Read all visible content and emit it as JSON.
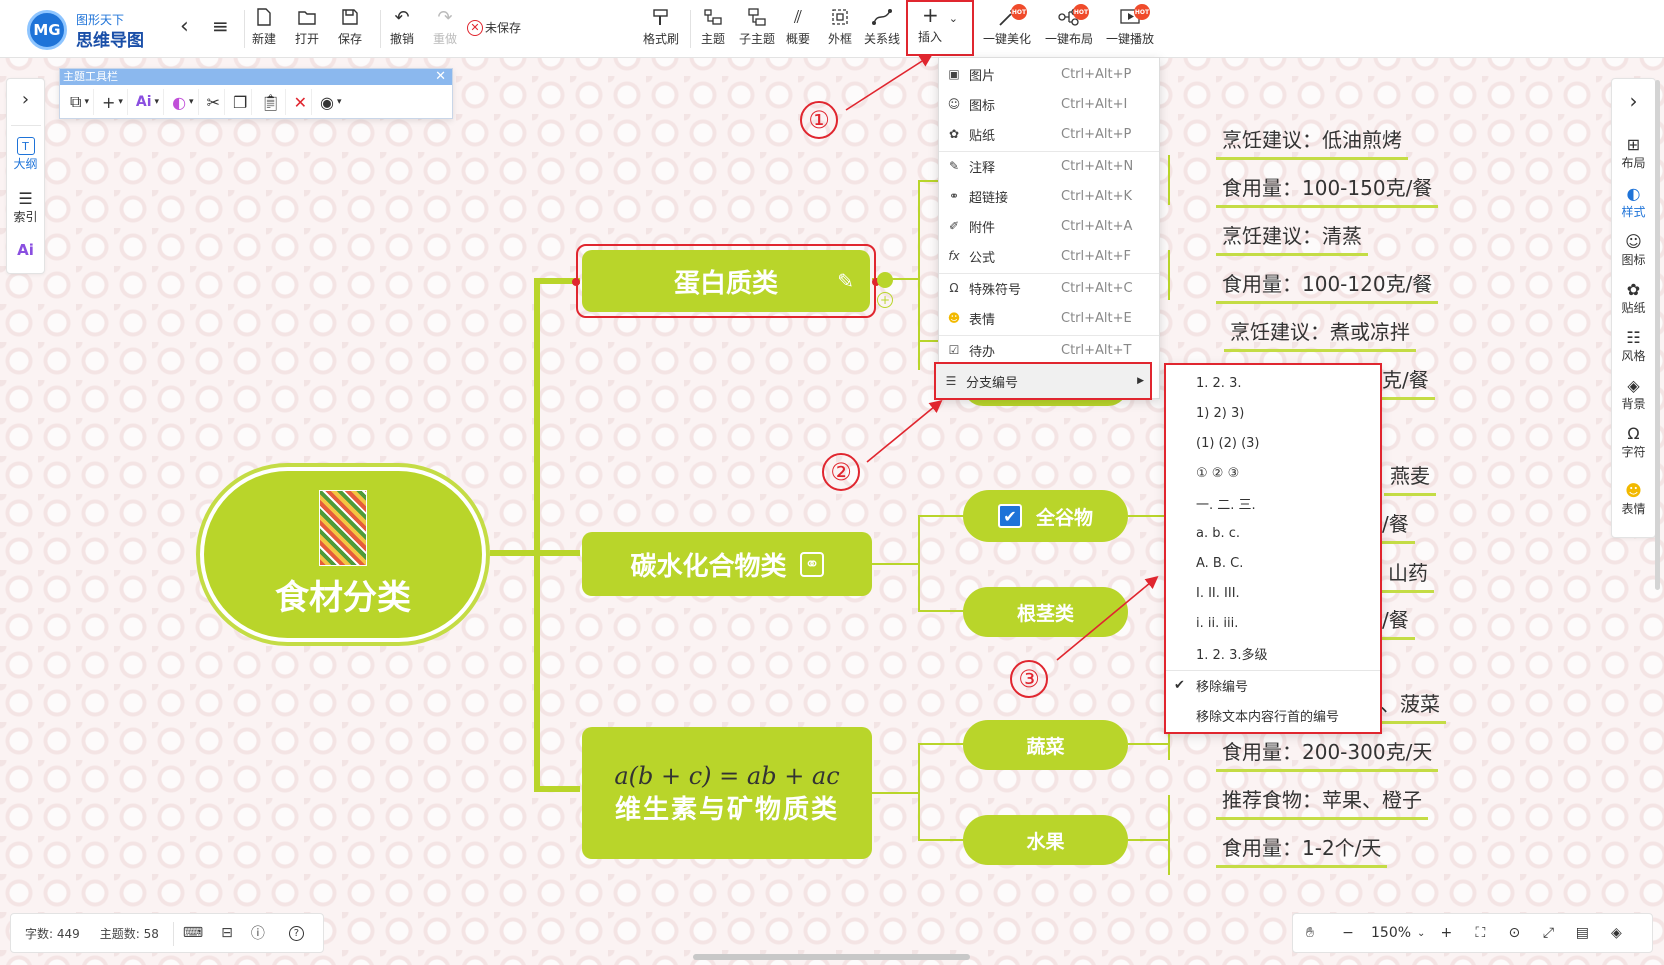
{
  "app": {
    "logo_sub": "图形天下",
    "logo_main": "思维导图",
    "logo_mark": "MG"
  },
  "toolbar": {
    "new": "新建",
    "open": "打开",
    "save": "保存",
    "undo": "撤销",
    "redo": "重做",
    "unsaved": "未保存",
    "format_brush": "格式刷",
    "topic": "主题",
    "subtopic": "子主题",
    "summary": "概要",
    "boundary": "外框",
    "relation": "关系线",
    "insert": "插入",
    "beautify": "一键美化",
    "layout": "一键布局",
    "play": "一键播放",
    "hot": "HOT"
  },
  "left_sidebar": {
    "outline": "大纲",
    "index": "索引"
  },
  "topic_toolbar": {
    "title": "主题工具栏"
  },
  "right_sidebar": {
    "layout": "布局",
    "style": "样式",
    "icon": "图标",
    "sticker": "贴纸",
    "theme": "风格",
    "background": "背景",
    "chars": "字符",
    "emoji": "表情"
  },
  "mindmap": {
    "root": "食材分类",
    "branches": [
      "蛋白质类",
      "碳水化合物类",
      "维生素与矿物质类"
    ],
    "formula": "a(b + c) = ab + ac",
    "sub": [
      "全谷物",
      "根茎类",
      "蔬菜",
      "水果"
    ],
    "leaves": [
      "烹饪建议：低油煎烤",
      "食用量：100-150克/餐",
      "烹饪建议：清蒸",
      "食用量：100-120克/餐",
      "烹饪建议：煮或凉拌",
      "克/餐",
      "燕麦",
      "/餐",
      "山药",
      "/餐",
      "、菠菜",
      "食用量：200-300克/天",
      "推荐食物：苹果、橙子",
      "食用量：1-2个/天"
    ]
  },
  "insert_menu": {
    "items": [
      {
        "label": "图片",
        "shortcut": "Ctrl+Alt+P",
        "icon": "image-icon"
      },
      {
        "label": "图标",
        "shortcut": "Ctrl+Alt+I",
        "icon": "smile-icon"
      },
      {
        "label": "贴纸",
        "shortcut": "Ctrl+Alt+P",
        "icon": "sticker-icon"
      },
      {
        "label": "注释",
        "shortcut": "Ctrl+Alt+N",
        "icon": "note-icon"
      },
      {
        "label": "超链接",
        "shortcut": "Ctrl+Alt+K",
        "icon": "link-icon"
      },
      {
        "label": "附件",
        "shortcut": "Ctrl+Alt+A",
        "icon": "attachment-icon"
      },
      {
        "label": "公式",
        "shortcut": "Ctrl+Alt+F",
        "icon": "formula-icon"
      },
      {
        "label": "特殊符号",
        "shortcut": "Ctrl+Alt+C",
        "icon": "omega-icon"
      },
      {
        "label": "表情",
        "shortcut": "Ctrl+Alt+E",
        "icon": "emoji-icon"
      },
      {
        "label": "待办",
        "shortcut": "Ctrl+Alt+T",
        "icon": "todo-icon"
      },
      {
        "label": "分支编号",
        "shortcut": "",
        "icon": "numbering-icon"
      }
    ]
  },
  "numbering_menu": {
    "items": [
      "1. 2. 3.",
      "1) 2) 3)",
      "(1) (2) (3)",
      "① ② ③",
      "一. 二. 三.",
      "a. b. c.",
      "A. B. C.",
      "I. II. III.",
      "i. ii. iii.",
      "1. 2. 3.多级"
    ],
    "remove": "移除编号",
    "remove_text": "移除文本内容行首的编号"
  },
  "callouts": [
    "①",
    "②",
    "③"
  ],
  "status": {
    "chars": "字数: 449",
    "topics": "主题数: 58"
  },
  "zoom": {
    "level": "150%"
  }
}
